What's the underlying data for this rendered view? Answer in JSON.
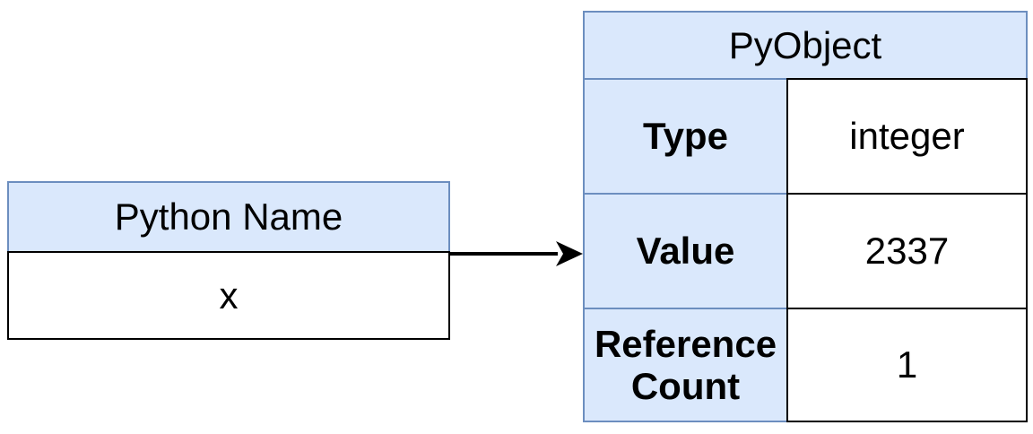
{
  "diagram": {
    "name_box": {
      "title": "Python Name",
      "value": "x"
    },
    "pyobject": {
      "title": "PyObject",
      "rows": [
        {
          "label": "Type",
          "value": "integer"
        },
        {
          "label": "Value",
          "value": "2337"
        },
        {
          "label": "Reference Count",
          "value": "1"
        }
      ]
    },
    "arrow": {
      "direction": "right"
    },
    "colors": {
      "header_fill": "#dae8fc",
      "header_stroke": "#6c8ebf",
      "cell_fill": "#ffffff",
      "cell_stroke": "#000000",
      "arrow_color": "#000000"
    }
  }
}
